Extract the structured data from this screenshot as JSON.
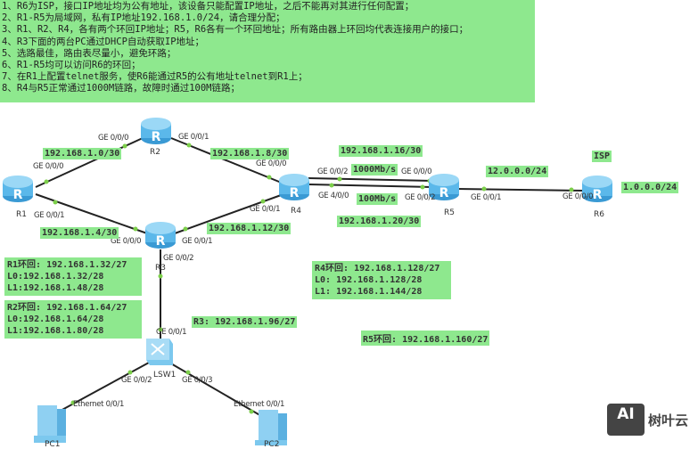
{
  "requirements": [
    "1、R6为ISP，接口IP地址均为公有地址，该设备只能配置IP地址，之后不能再对其进行任何配置；",
    "2、R1-R5为局域网，私有IP地址192.168.1.0/24，请合理分配；",
    "3、R1、R2、R4，各有两个环回IP地址；R5，R6各有一个环回地址；所有路由器上环回均代表连接用户的接口；",
    "4、R3下面的两台PC通过DHCP自动获取IP地址；",
    "5、选路最佳，路由表尽量小，避免环路；",
    "6、R1-R5均可以访问R6的环回；",
    "7、在R1上配置telnet服务，使R6能通过R5的公有地址telnet到R1上；",
    "8、R4与R5正常通过1000M链路，故障时通过100M链路；"
  ],
  "devices": {
    "r1": "R1",
    "r2": "R2",
    "r3": "R3",
    "r4": "R4",
    "r5": "R5",
    "r6": "R6",
    "sw1": "LSW1",
    "pc1": "PC1",
    "pc2": "PC2"
  },
  "ports": {
    "r2_g000": "GE 0/0/0",
    "r2_g001": "GE 0/0/1",
    "r1_g000": "GE 0/0/0",
    "r1_g001": "GE 0/0/1",
    "r4_g000": "GE 0/0/0",
    "r4_g001": "GE 0/0/1",
    "r4_g002": "GE 0/0/2",
    "r4_g400": "GE 4/0/0",
    "r5_g000": "GE 0/0/0",
    "r5_g002": "GE 0/0/2",
    "r5_g001": "GE 0/0/1",
    "r6_g000": "GE 0/0/0",
    "r3_g000": "GE 0/0/0",
    "r3_g001": "GE 0/0/1",
    "r3_g002": "GE 0/0/2",
    "sw_g001": "GE 0/0/1",
    "sw_g002": "GE 0/0/2",
    "sw_g003": "GE 0/0/3",
    "pc1_eth": "Ethernet 0/0/1",
    "pc2_eth": "Ethernet 0/0/1"
  },
  "subnets": {
    "r1_r2": "192.168.1.0/30",
    "r2_r4": "192.168.1.8/30",
    "r1_r3": "192.168.1.4/30",
    "r3_r4": "192.168.1.12/30",
    "r4_r5_a": "192.168.1.16/30",
    "r4_r5_b": "192.168.1.20/30",
    "speed_a": "1000Mb/s",
    "speed_b": "100Mb/s",
    "r5_r6": "12.0.0.0/24",
    "isp": "ISP",
    "r6_loop": "1.0.0.0/24",
    "r3_lan": "R3: 192.168.1.96/27"
  },
  "loopbacks": {
    "r1": [
      "R1环回: 192.168.1.32/27",
      "L0:192.168.1.32/28",
      "L1:192.168.1.48/28"
    ],
    "r2": [
      "R2环回: 192.168.1.64/27",
      "L0:192.168.1.64/28",
      "L1:192.168.1.80/28"
    ],
    "r4": [
      "R4环回: 192.168.1.128/27",
      "L0: 192.168.1.128/28",
      "L1: 192.168.1.144/28"
    ],
    "r5": "R5环回: 192.168.1.160/27"
  },
  "watermark": {
    "logo": "AI",
    "text": "树叶云"
  },
  "colors": {
    "label_bg": "#8ee88e",
    "router": "#5bb8ea",
    "link": "#222222",
    "port_dot": "#7ccf4a"
  }
}
